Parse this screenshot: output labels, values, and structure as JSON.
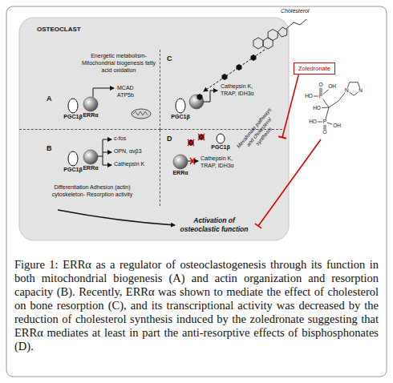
{
  "diagram": {
    "caption": "Figure 1: ERRα as a regulator of osteoclastogenesis through its function in both mitochondrial biogenesis (A) and actin organization and resorption capacity (B). Recently, ERRα was shown to mediate the effect of cholesterol on bone resorption (C), and its transcriptional activity was decreased by the reduction of cholesterol synthesis induced by the zoledronate suggesting that ERRα mediates at least in part the anti-resorptive effects of bisphosphonates (D).",
    "nodes": [
      {
        "text": [
          "OSTEOCLAST"
        ]
      },
      {
        "text": [
          "A",
          "Energetic metabolism- Mitochondrial biogenesis fatty acid oxidation"
        ],
        "in": 0
      },
      {
        "text": [
          "C"
        ],
        "in": 0
      },
      {
        "text": [
          "B",
          "Differentiation Adhesion (actin) cytoskeleton- Resorption activity"
        ],
        "in": 0
      },
      {
        "text": [
          "D"
        ],
        "in": 0
      },
      {
        "text": [
          "PGC1β"
        ],
        "in": 1
      },
      {
        "text": [
          "ERRα"
        ],
        "in": 1
      },
      {
        "text": [
          "PGC1β"
        ],
        "in": 2
      },
      {
        "text": [
          "PGC1β"
        ],
        "in": 3
      },
      {
        "text": [
          "ERRα"
        ],
        "in": 3
      },
      {
        "text": [
          "PGC1β"
        ],
        "in": 4
      },
      {
        "text": [
          "ERRα"
        ],
        "in": 4
      },
      {
        "text": [
          "Zoledronate"
        ]
      }
    ],
    "edges": [
      {
        "from": 12,
        "to": 4,
        "arrow": "to"
      }
    ],
    "labels": [
      "Cholesterol",
      "MCAD",
      "ATP5b",
      "c-fos",
      "OPN, αvβ3",
      "Cathepsin K",
      "Cathepsin K, TRAP, IDH3α",
      "Mevalonate pathways and cholesterol synthesis",
      "Cathepsin K, TRAP, IDH3α",
      "Activation of osteoclastic function",
      "HO",
      "P",
      "O",
      "OH",
      "HO",
      "HO",
      "P",
      "O",
      "OH",
      "N",
      "N"
    ]
  }
}
